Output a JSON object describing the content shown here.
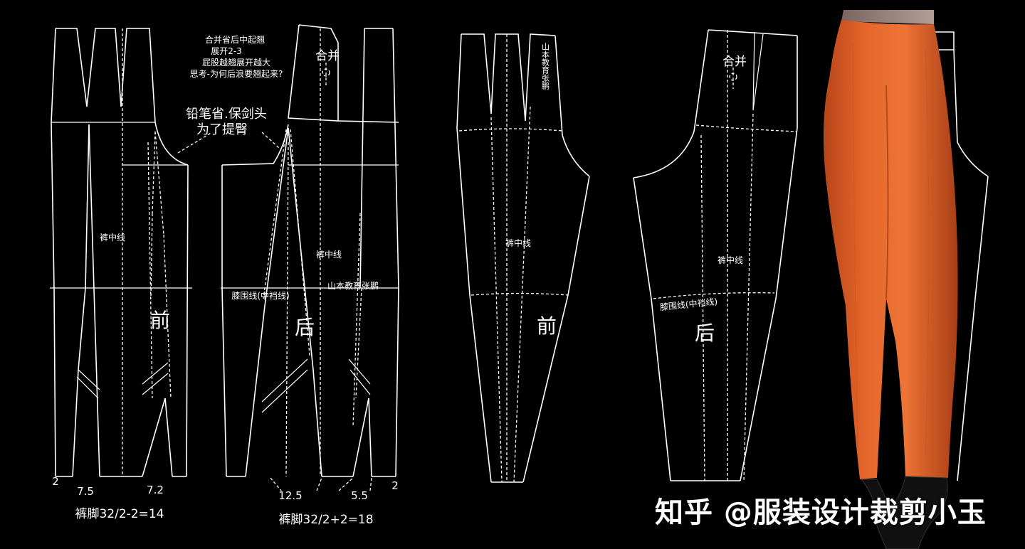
{
  "pattern_left": {
    "note_lines": [
      "合并省后中起翘",
      "展开2-3",
      "屁股越翘展开越大",
      "思考-为何后浪要翘起来?"
    ],
    "merge_label": "合并",
    "pencil_dart_line1": "铅笔省.保剑头",
    "pencil_dart_line2": "为了提臀",
    "crease_front": "裤中线",
    "crease_back": "裤中线",
    "watermark_text": "山本教育张鹏",
    "knee_line": "膝围线(中裆线)",
    "front_char": "前",
    "back_char": "后",
    "dim_2_left": "2",
    "dim_7_5": "7.5",
    "dim_7_2": "7.2",
    "dim_12_5": "12.5",
    "dim_5_5": "5.5",
    "dim_2_right": "2",
    "hem_front": "裤脚32/2-2=14",
    "hem_back": "裤脚32/2+2=18"
  },
  "pattern_right": {
    "merge_label": "合并",
    "vertical_watermark": "山本教育张鹏",
    "crease_front": "裤中线",
    "crease_back": "裤中线",
    "knee_line": "膝围线(中裆线)",
    "front_char": "前",
    "back_char": "后"
  },
  "footer": {
    "watermark": "知乎 @服装设计裁剪小玉"
  },
  "colors": {
    "background": "#000000",
    "lines": "#ffffff",
    "pants": "#e4652a"
  }
}
